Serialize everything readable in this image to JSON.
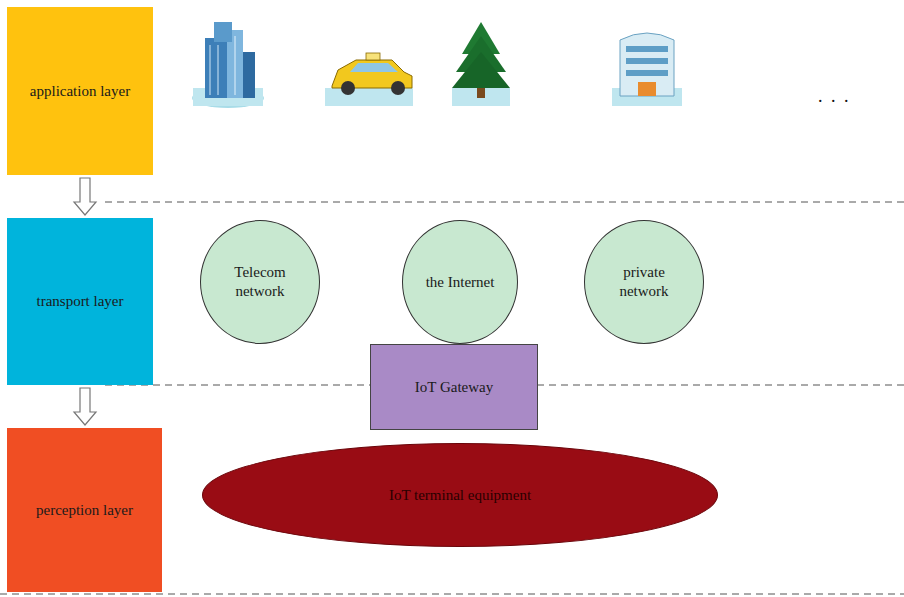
{
  "diagram": {
    "nodes": [
      {
        "text": [
          "application layer"
        ]
      },
      {
        "text": [
          "transport layer"
        ]
      },
      {
        "text": [
          "Telecom network"
        ]
      },
      {
        "text": [
          "the Internet"
        ]
      },
      {
        "text": [
          "private network"
        ]
      },
      {
        "text": [
          "IoT Gateway"
        ]
      },
      {
        "text": [
          "perception layer"
        ]
      },
      {
        "text": [
          "IoT terminal equipment"
        ]
      }
    ],
    "edges": [
      {
        "from": 0,
        "to": 1,
        "arrow": "to"
      },
      {
        "from": 1,
        "to": 6,
        "arrow": "to"
      }
    ],
    "labels": [
      ". . ."
    ]
  }
}
